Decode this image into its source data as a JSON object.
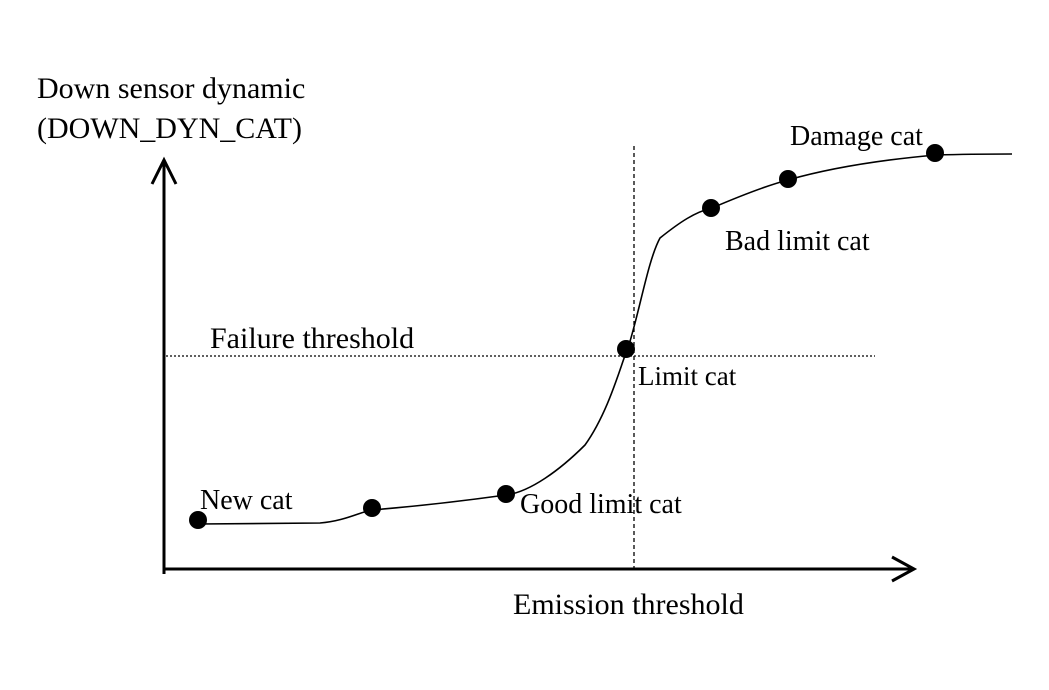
{
  "diagram": {
    "y_axis_title_line1": "Down sensor dynamic",
    "y_axis_title_line2": "(DOWN_DYN_CAT)",
    "x_axis_title": "Emission threshold",
    "failure_threshold_label": "Failure threshold",
    "points": [
      {
        "id": "new",
        "label": "New cat"
      },
      {
        "id": "mid",
        "label": ""
      },
      {
        "id": "good",
        "label": "Good limit cat"
      },
      {
        "id": "limit",
        "label": "Limit cat"
      },
      {
        "id": "bad",
        "label": "Bad limit cat"
      },
      {
        "id": "p6",
        "label": ""
      },
      {
        "id": "damage",
        "label": "Damage cat"
      }
    ],
    "colors": {
      "ink": "#000000",
      "background": "#ffffff"
    }
  }
}
